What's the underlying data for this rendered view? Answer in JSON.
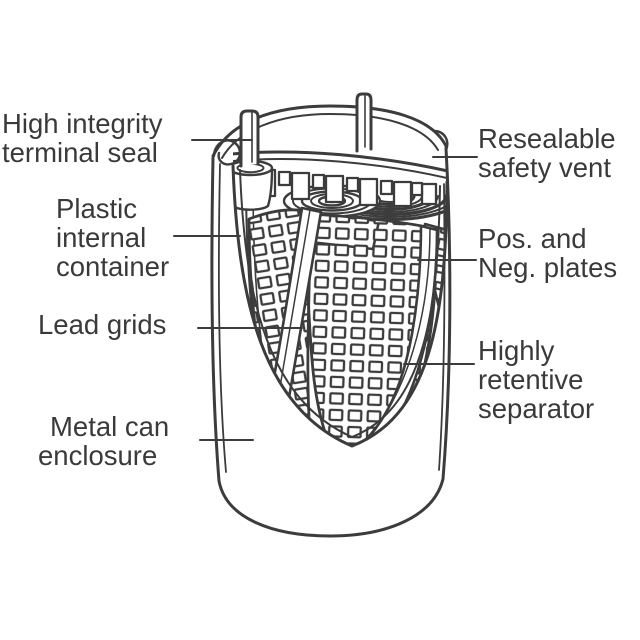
{
  "figure": {
    "subject": "Cutaway diagram of a cylindrical sealed battery showing internal spiral-wound construction"
  },
  "colors": {
    "background": "#ffffff",
    "line": "#3c3c3c",
    "text": "#3a3a3a"
  },
  "labels": {
    "terminal_seal": {
      "line1": "High integrity",
      "line2": "terminal seal"
    },
    "internal_container": {
      "line1": "Plastic",
      "line2": "internal",
      "line3": "container"
    },
    "lead_grids": {
      "line1": "Lead grids"
    },
    "metal_can": {
      "line1": "Metal can",
      "line2": "enclosure"
    },
    "safety_vent": {
      "line1": "Resealable",
      "line2": "safety vent"
    },
    "plates": {
      "line1": "Pos. and",
      "line2": "Neg. plates"
    },
    "separator": {
      "line1": "Highly",
      "line2": "retentive",
      "line3": "separator"
    }
  }
}
